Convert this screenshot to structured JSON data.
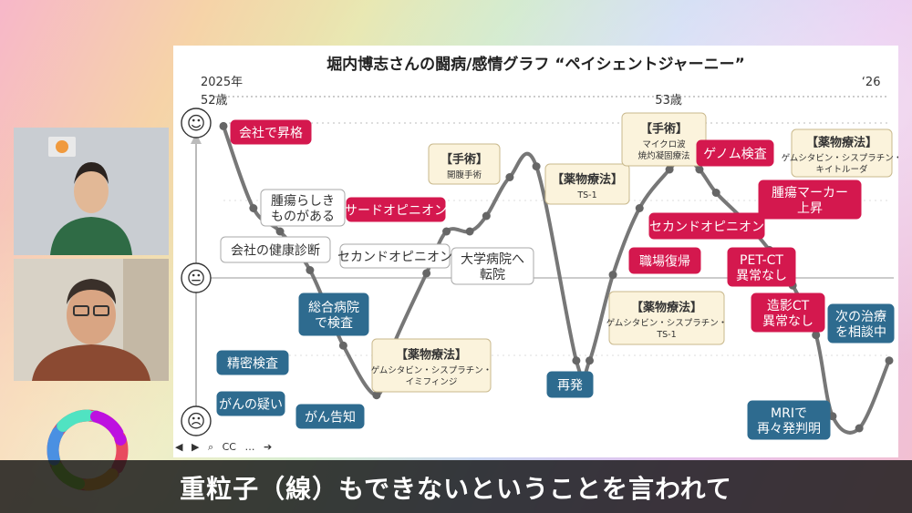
{
  "subtitle": "重粒子（線）もできないということを言われて",
  "chart_title": "堀内博志さんの闘病/感情グラフ “ペイシェントジャーニー”",
  "chart_data": {
    "type": "line",
    "title": "堀内博志さんの闘病/感情グラフ “ペイシェントジャーニー”",
    "time_labels": [
      {
        "text": "2025年",
        "at": 0
      },
      {
        "text": "52歳",
        "at": 0
      },
      {
        "text": "53歳",
        "at": 0.66
      },
      {
        "text": "‘26",
        "at": 0.96
      }
    ],
    "emotion_scale": [
      "☺",
      "😐",
      "☹"
    ],
    "x": [
      0,
      0.045,
      0.085,
      0.13,
      0.18,
      0.23,
      0.255,
      0.305,
      0.335,
      0.37,
      0.395,
      0.43,
      0.47,
      0.53,
      0.55,
      0.585,
      0.625,
      0.67,
      0.69,
      0.715,
      0.74,
      0.78,
      0.82,
      0.855,
      0.89,
      0.915,
      0.955,
      1.0
    ],
    "y": [
      0.98,
      0.45,
      0.3,
      0.05,
      -0.45,
      -0.78,
      -0.45,
      0.03,
      0.3,
      0.3,
      0.4,
      0.65,
      0.72,
      -0.55,
      -0.55,
      0.02,
      0.45,
      0.7,
      0.78,
      0.7,
      0.55,
      0.38,
      0.18,
      -0.05,
      -0.38,
      -0.92,
      -1.0,
      -0.55
    ],
    "annotations": [
      {
        "text": "会社で昇格",
        "style": "red"
      },
      {
        "text": "腫瘍らしき\nものがある",
        "style": "white"
      },
      {
        "text": "会社の健康診断",
        "style": "white"
      },
      {
        "text": "精密検査",
        "style": "blue"
      },
      {
        "text": "がんの疑い",
        "style": "blue"
      },
      {
        "text": "総合病院\nで検査",
        "style": "blue"
      },
      {
        "text": "がん告知",
        "style": "blue"
      },
      {
        "text": "サードオピニオン",
        "style": "red"
      },
      {
        "text": "セカンドオピニオン",
        "style": "white"
      },
      {
        "text": "大学病院へ\n転院",
        "style": "white"
      },
      {
        "title": "【薬物療法】",
        "text": "ゲムシタビン・シスプラチン・\nイミフィンジ",
        "style": "beige"
      },
      {
        "title": "【手術】",
        "text": "開腹手術",
        "style": "beige"
      },
      {
        "title": "【薬物療法】",
        "text": "TS-1",
        "style": "beige"
      },
      {
        "text": "再発",
        "style": "blue"
      },
      {
        "title": "【手術】",
        "text": "マイクロ波\n焼灼凝固療法",
        "style": "beige"
      },
      {
        "text": "ゲノム検査",
        "style": "red"
      },
      {
        "title": "【薬物療法】",
        "text": "ゲムシタビン・シスプラチン・\nキイトルーダ",
        "style": "beige"
      },
      {
        "text": "セカンドオピニオン",
        "style": "red"
      },
      {
        "text": "腫瘍マーカー\n上昇",
        "style": "red"
      },
      {
        "text": "職場復帰",
        "style": "red"
      },
      {
        "text": "PET-CT\n異常なし",
        "style": "red"
      },
      {
        "title": "【薬物療法】",
        "text": "ゲムシタビン・シスプラチン・\nTS-1",
        "style": "beige"
      },
      {
        "text": "造影CT\n異常なし",
        "style": "red"
      },
      {
        "text": "次の治療\nを相談中",
        "style": "blue"
      },
      {
        "text": "MRIで\n再々発判明",
        "style": "blue"
      }
    ]
  },
  "toolbar": {
    "items": [
      "◀",
      "▶",
      "⌕",
      "CC",
      "…",
      "➔"
    ]
  }
}
